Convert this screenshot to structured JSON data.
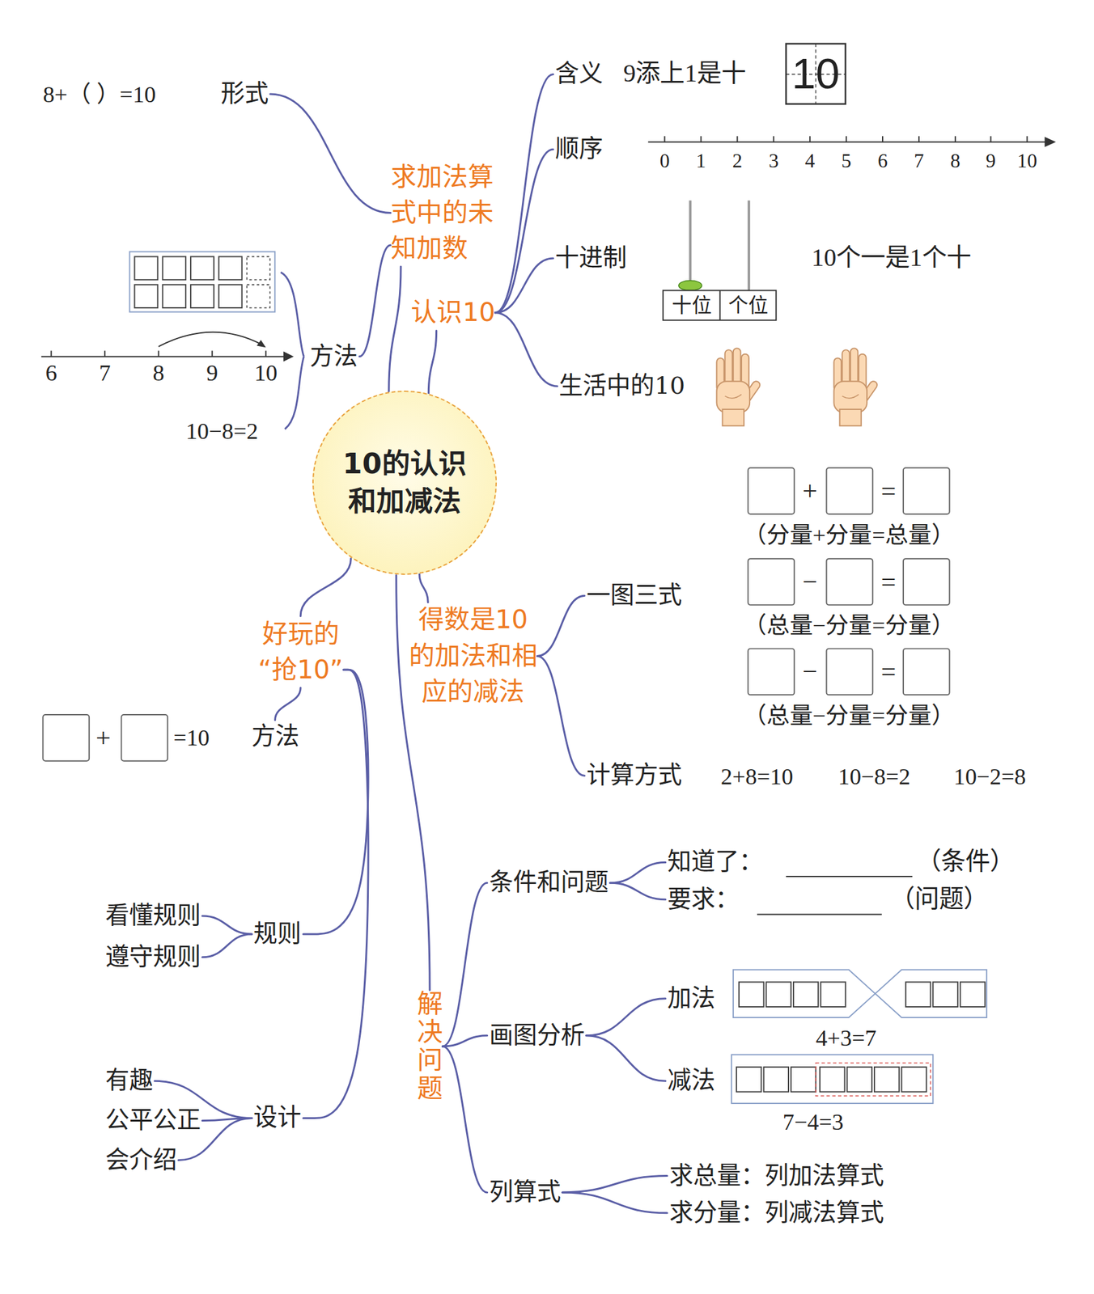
{
  "diagram": {
    "nodes": [
      {
        "text": [
          "10的认识 和加减法"
        ]
      },
      {
        "text": [
          "求加法算式中的未知加数"
        ]
      },
      {
        "text": [
          "形式"
        ]
      },
      {
        "text": [
          "方法"
        ]
      },
      {
        "text": [
          "认识10"
        ]
      },
      {
        "text": [
          "含义"
        ]
      },
      {
        "text": [
          "顺序"
        ]
      },
      {
        "text": [
          "十进制"
        ]
      },
      {
        "text": [
          "生活中的10"
        ]
      },
      {
        "text": [
          "好玩的“抢10”"
        ]
      },
      {
        "text": [
          "方法"
        ]
      },
      {
        "text": [
          "规则"
        ]
      },
      {
        "text": [
          "看懂规则"
        ]
      },
      {
        "text": [
          "遵守规则"
        ]
      },
      {
        "text": [
          "设计"
        ]
      },
      {
        "text": [
          "有趣"
        ]
      },
      {
        "text": [
          "公平公正"
        ]
      },
      {
        "text": [
          "会介绍"
        ]
      },
      {
        "text": [
          "得数是10的加法和相应的减法"
        ]
      },
      {
        "text": [
          "一图三式"
        ]
      },
      {
        "text": [
          "计算方式"
        ]
      },
      {
        "text": [
          "解决问题"
        ]
      },
      {
        "text": [
          "条件和问题"
        ]
      },
      {
        "text": [
          "知道了："
        ]
      },
      {
        "text": [
          "要求："
        ]
      },
      {
        "text": [
          "画图分析"
        ]
      },
      {
        "text": [
          "加法"
        ]
      },
      {
        "text": [
          "减法"
        ]
      },
      {
        "text": [
          "列算式"
        ]
      },
      {
        "text": [
          "求总量：列加法算式"
        ]
      },
      {
        "text": [
          "求分量：列减法算式"
        ]
      }
    ],
    "edges": [
      {
        "from": 0,
        "to": 1,
        "arrow": "none"
      },
      {
        "from": 1,
        "to": 2,
        "arrow": "none"
      },
      {
        "from": 1,
        "to": 3,
        "arrow": "none"
      },
      {
        "from": 0,
        "to": 4,
        "arrow": "none"
      },
      {
        "from": 4,
        "to": 5,
        "arrow": "none"
      },
      {
        "from": 4,
        "to": 6,
        "arrow": "none"
      },
      {
        "from": 4,
        "to": 7,
        "arrow": "none"
      },
      {
        "from": 4,
        "to": 8,
        "arrow": "none"
      },
      {
        "from": 0,
        "to": 9,
        "arrow": "none"
      },
      {
        "from": 9,
        "to": 10,
        "arrow": "none"
      },
      {
        "from": 9,
        "to": 11,
        "arrow": "none"
      },
      {
        "from": 9,
        "to": 14,
        "arrow": "none"
      },
      {
        "from": 11,
        "to": 12,
        "arrow": "none"
      },
      {
        "from": 11,
        "to": 13,
        "arrow": "none"
      },
      {
        "from": 14,
        "to": 15,
        "arrow": "none"
      },
      {
        "from": 14,
        "to": 16,
        "arrow": "none"
      },
      {
        "from": 14,
        "to": 17,
        "arrow": "none"
      },
      {
        "from": 0,
        "to": 18,
        "arrow": "none"
      },
      {
        "from": 18,
        "to": 19,
        "arrow": "none"
      },
      {
        "from": 18,
        "to": 20,
        "arrow": "none"
      },
      {
        "from": 0,
        "to": 21,
        "arrow": "none"
      },
      {
        "from": 21,
        "to": 22,
        "arrow": "none"
      },
      {
        "from": 21,
        "to": 25,
        "arrow": "none"
      },
      {
        "from": 21,
        "to": 28,
        "arrow": "none"
      },
      {
        "from": 22,
        "to": 23,
        "arrow": "none"
      },
      {
        "from": 22,
        "to": 24,
        "arrow": "none"
      },
      {
        "from": 25,
        "to": 26,
        "arrow": "none"
      },
      {
        "from": 25,
        "to": 27,
        "arrow": "none"
      },
      {
        "from": 28,
        "to": 29,
        "arrow": "none"
      },
      {
        "from": 28,
        "to": 30,
        "arrow": "none"
      }
    ],
    "labels": [
      "8+（ ）=10",
      "10−8=2",
      "6",
      "7",
      "8",
      "9",
      "10",
      "9添上1是十",
      "10",
      "0",
      "1",
      "2",
      "3",
      "4",
      "5",
      "6",
      "7",
      "8",
      "9",
      "10",
      "十位",
      "个位",
      "10个一是1个十",
      "+",
      "=",
      "（分量+分量=总量）",
      "−",
      "=",
      "（总量−分量=分量）",
      "−",
      "=",
      "（总量−分量=分量）",
      "2+8=10",
      "10−8=2",
      "10−2=8",
      "+",
      "=10",
      "（条件）",
      "（问题）",
      "4+3=7",
      "7−4=3"
    ]
  }
}
